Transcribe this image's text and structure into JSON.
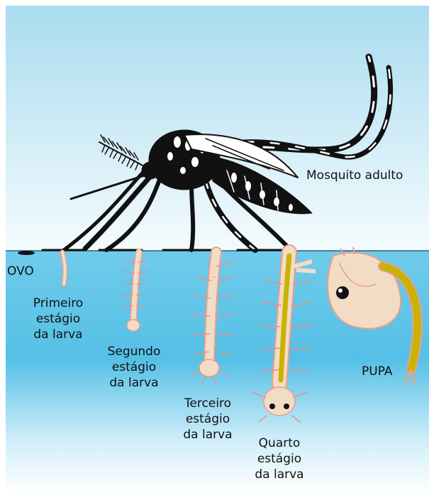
{
  "labels": {
    "ovo": "OVO",
    "first": [
      "Primeiro",
      "estágio",
      "da larva"
    ],
    "second": [
      "Segundo",
      "estágio",
      "da larva"
    ],
    "third": [
      "Terceiro",
      "estágio",
      "da larva"
    ],
    "fourth": [
      "Quarto",
      "estágio",
      "da larva"
    ],
    "pupa": "PUPA",
    "adult": "Mosquito adulto"
  },
  "colors": {
    "sky_top": "#a9dcef",
    "sky_bottom": "#f4fbfe",
    "water_top": "#6fcbea",
    "water_mid": "#55c0e6",
    "water_bottom": "#ffffff",
    "larva_body": "#f3dcc6",
    "larva_outline": "#e8a08c",
    "larva_setae": "#f08a80",
    "gut": "#c9b200",
    "mosquito": "#111111"
  }
}
